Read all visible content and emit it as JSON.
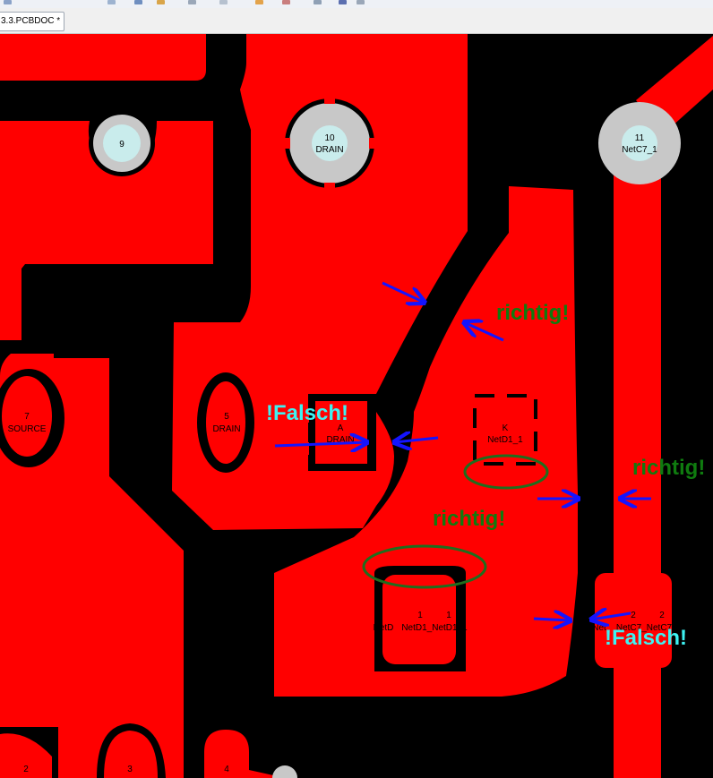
{
  "tab": {
    "title": "3.3.PCBDOC *"
  },
  "pads": {
    "p9": {
      "num": "9"
    },
    "p10": {
      "num": "10",
      "net": "DRAIN"
    },
    "p11": {
      "num": "11",
      "net": "NetC7_1"
    },
    "p7": {
      "num": "7",
      "net": "SOURCE"
    },
    "p5": {
      "num": "5",
      "net": "DRAIN"
    },
    "pA": {
      "num": "A",
      "net": "DRAIN"
    },
    "pK": {
      "num": "K",
      "net": "NetD1_1"
    },
    "p1": {
      "num_a": "1",
      "num_b": "1",
      "net_a": "NetD",
      "net_b": "NetD1_NetD1_1"
    },
    "pRight": {
      "num": "2",
      "num_b": "2",
      "net": "NetC7_NetC7",
      "net_prefix": "Net"
    },
    "p2": {
      "num": "2"
    },
    "p3": {
      "num": "3"
    },
    "p4": {
      "num": "4"
    }
  },
  "annotations": {
    "richtig_1": "richtig!",
    "richtig_2": "richtig!",
    "richtig_3": "richtig!",
    "falsch_1": "!Falsch!",
    "falsch_2": "!Falsch!"
  },
  "colors": {
    "copper": "#ff0000",
    "background": "#000000",
    "pad_ring": "#c8c8c8",
    "pad_hole": "#c9ecec",
    "arrow": "#1414ff",
    "ellipse": "#1e6e1e",
    "label_green": "#0f7b0f",
    "label_cyan": "#3ef2f2"
  }
}
